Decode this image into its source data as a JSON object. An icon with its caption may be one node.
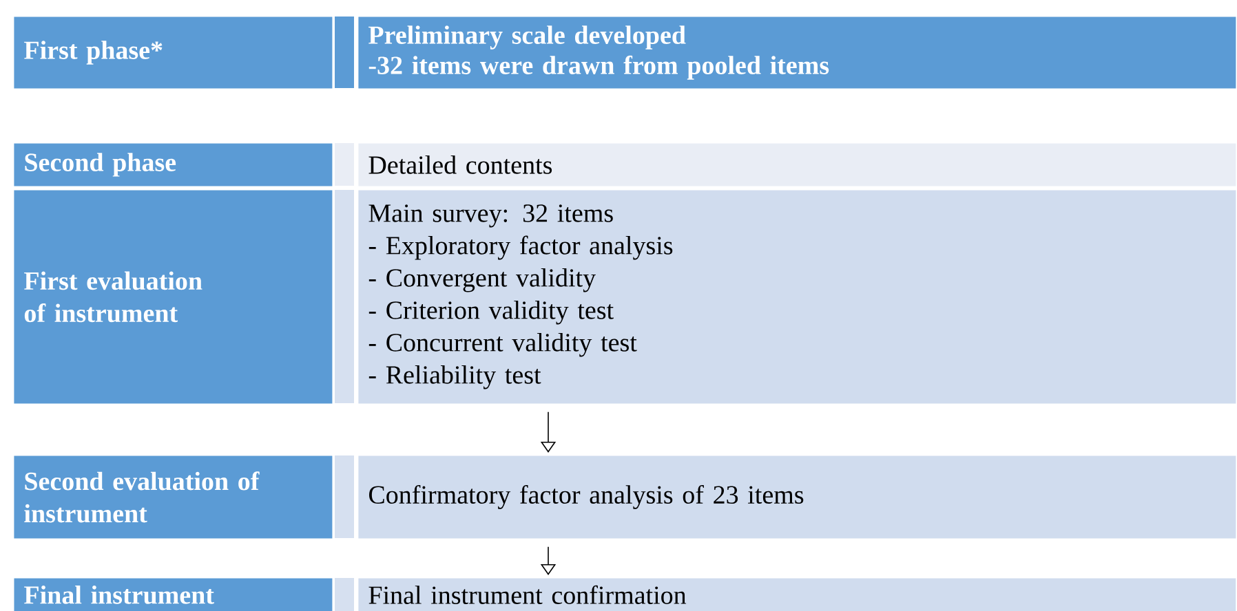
{
  "diagram": {
    "nodes": [
      {
        "text": [
          "First phase*"
        ]
      },
      {
        "text": [
          "Preliminary scale developed",
          "-32 items were drawn from pooled items"
        ]
      },
      {
        "text": [
          "Second phase"
        ]
      },
      {
        "text": [
          "Detailed contents"
        ]
      },
      {
        "text": [
          "First evaluation of instrument"
        ]
      },
      {
        "text": [
          "Main survey: 32 items",
          "- Exploratory factor analysis",
          "- Convergent validity",
          "- Criterion validity test",
          "- Concurrent validity test",
          "- Reliability test"
        ]
      },
      {
        "text": [
          "Second evaluation of instrument"
        ]
      },
      {
        "text": [
          "Confirmatory factor analysis of 23 items"
        ]
      },
      {
        "text": [
          "Final instrument"
        ]
      },
      {
        "text": [
          "Final instrument confirmation"
        ]
      }
    ],
    "edges": [
      {
        "from": 5,
        "to": 7,
        "arrow": "to"
      },
      {
        "from": 7,
        "to": 9,
        "arrow": "to"
      }
    ]
  }
}
